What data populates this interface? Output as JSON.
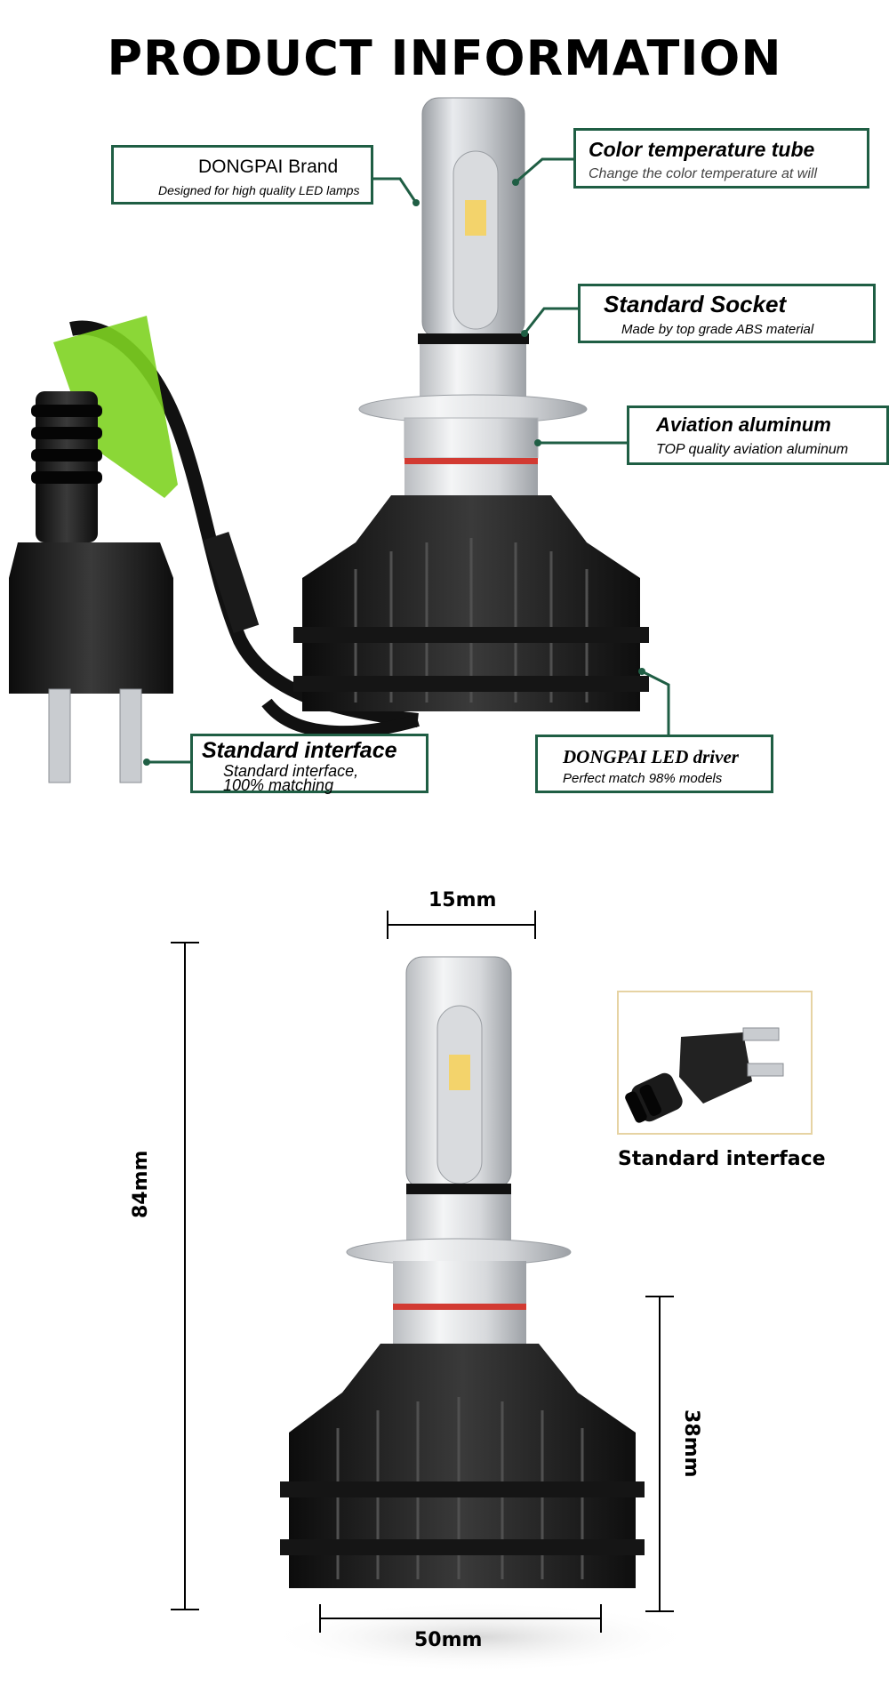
{
  "header": {
    "title": "PRODUCT INFORMATION"
  },
  "callouts": {
    "brand": {
      "title": "DONGPAI Brand",
      "subtitle": "Designed for high quality LED lamps"
    },
    "color_tube": {
      "title": "Color temperature tube",
      "subtitle": "Change the color temperature at will"
    },
    "socket": {
      "title": "Standard Socket",
      "subtitle": "Made by top grade ABS material"
    },
    "aluminum": {
      "title": "Aviation aluminum",
      "subtitle": "TOP quality aviation aluminum"
    },
    "interface": {
      "title": "Standard interface",
      "subtitle_line1": "Standard interface,",
      "subtitle_line2": "100% matching"
    },
    "driver": {
      "title": "DONGPAI LED driver",
      "subtitle": "Perfect match 98% models"
    }
  },
  "dimensions": {
    "width_top": "15mm",
    "height_total": "84mm",
    "height_base": "38mm",
    "width_base": "50mm"
  },
  "inset": {
    "label": "Standard interface"
  },
  "colors": {
    "callout_border": "#1f5e44",
    "seal_ring": "#d23a32",
    "tag_green": "#7ed321"
  }
}
